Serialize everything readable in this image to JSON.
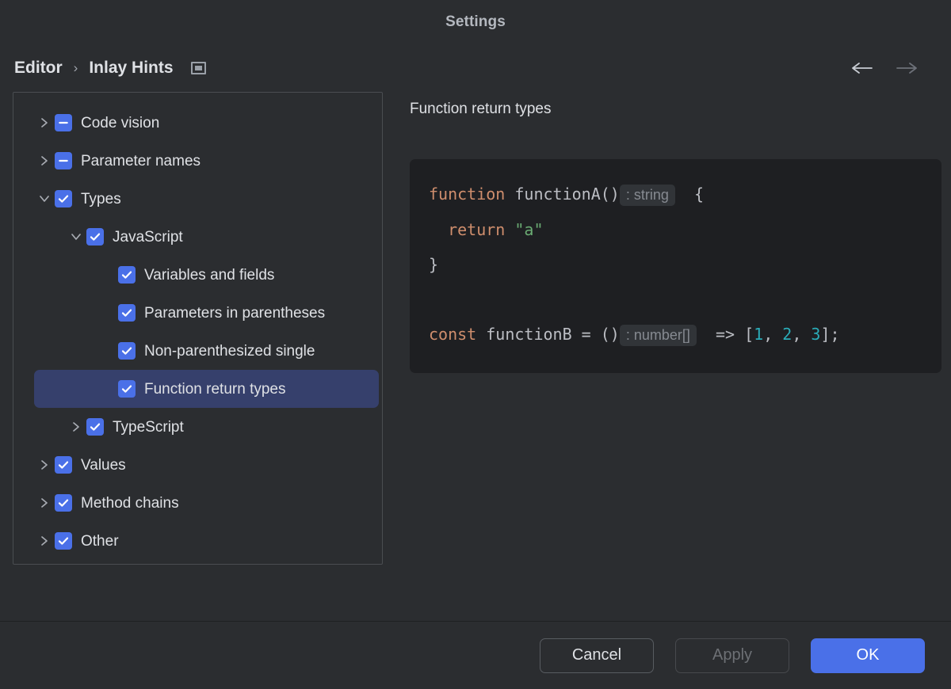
{
  "window": {
    "title": "Settings"
  },
  "breadcrumb": {
    "root": "Editor",
    "separator": "›",
    "current": "Inlay Hints",
    "icon": "window-preview-icon"
  },
  "nav": {
    "back_icon": "arrow-left-icon",
    "forward_icon": "arrow-right-icon",
    "back_enabled": true,
    "forward_enabled": false
  },
  "tree": {
    "items": [
      {
        "label": "Code vision",
        "depth": 0,
        "twisty": "collapsed",
        "check": "indeterminate",
        "selected": false
      },
      {
        "label": "Parameter names",
        "depth": 0,
        "twisty": "collapsed",
        "check": "indeterminate",
        "selected": false
      },
      {
        "label": "Types",
        "depth": 0,
        "twisty": "expanded",
        "check": "checked",
        "selected": false
      },
      {
        "label": "JavaScript",
        "depth": 1,
        "twisty": "expanded",
        "check": "checked",
        "selected": false
      },
      {
        "label": "Variables and fields",
        "depth": 2,
        "twisty": "none",
        "check": "checked",
        "selected": false
      },
      {
        "label": "Parameters in parentheses",
        "depth": 2,
        "twisty": "none",
        "check": "checked",
        "selected": false
      },
      {
        "label": "Non-parenthesized single",
        "depth": 2,
        "twisty": "none",
        "check": "checked",
        "selected": false
      },
      {
        "label": "Function return types",
        "depth": 2,
        "twisty": "none",
        "check": "checked",
        "selected": true
      },
      {
        "label": "TypeScript",
        "depth": 1,
        "twisty": "collapsed",
        "check": "checked",
        "selected": false
      },
      {
        "label": "Values",
        "depth": 0,
        "twisty": "collapsed",
        "check": "checked",
        "selected": false
      },
      {
        "label": "Method chains",
        "depth": 0,
        "twisty": "collapsed",
        "check": "checked",
        "selected": false
      },
      {
        "label": "Other",
        "depth": 0,
        "twisty": "collapsed",
        "check": "checked",
        "selected": false
      }
    ]
  },
  "detail": {
    "title": "Function return types",
    "code": {
      "line1": {
        "kw": "function",
        "sp1": " ",
        "name": "functionA()",
        "hint": ": string",
        "tail": "  {"
      },
      "line2": {
        "indent": "  ",
        "kw": "return",
        "sp": " ",
        "str": "\"a\""
      },
      "line3": {
        "text": "}"
      },
      "line4": {
        "kw": "const",
        "sp1": " ",
        "name": "functionB = ()",
        "hint": ": number[]",
        "tail": "  => [",
        "n1": "1",
        "c1": ", ",
        "n2": "2",
        "c2": ", ",
        "n3": "3",
        "c3": "];"
      }
    }
  },
  "footer": {
    "cancel_label": "Cancel",
    "apply_label": "Apply",
    "ok_label": "OK",
    "apply_enabled": false
  },
  "colors": {
    "background": "#2b2d30",
    "editor_background": "#1e1f22",
    "accent": "#4a70e8",
    "selection": "#36406c",
    "keyword": "#cf8e6d",
    "string": "#6aab73",
    "number": "#2aacb8",
    "hint_chip": "#313438",
    "hint_text": "#868a91"
  }
}
